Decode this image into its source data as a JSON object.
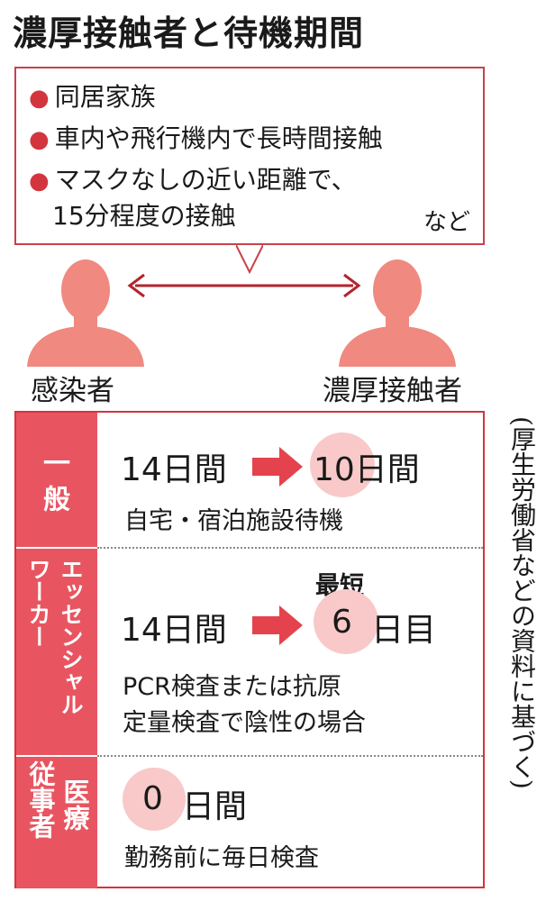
{
  "title": "濃厚接触者と待機期間",
  "bullets": [
    "同居家族",
    "車内や飛行機内で長時間接触",
    "マスクなしの近い距離で、",
    "15分程度の接触"
  ],
  "bullet_suffix": "など",
  "people": {
    "left_label": "感染者",
    "right_label": "濃厚接触者"
  },
  "rows": [
    {
      "header": "一般",
      "before": "14日間",
      "after": "10日間",
      "desc": [
        "自宅・宿泊施設待機"
      ]
    },
    {
      "header_lines": [
        "エッセンシャル",
        "ワーカー"
      ],
      "tag": "最短",
      "before": "14日間",
      "after_num": "6",
      "after_unit": "日目",
      "desc": [
        "PCR検査または抗原",
        "定量検査で陰性の場合"
      ]
    },
    {
      "header_lines": [
        "医療",
        "従事者"
      ],
      "after_num": "0",
      "after_unit": "日間",
      "desc": [
        "勤務前に毎日検査"
      ]
    }
  ],
  "source": "(厚生労働省などの資料に基づく)",
  "colors": {
    "accent": "#d3353e",
    "header_fill": "#e85560",
    "circle": "#f8c9c8",
    "person": "#f0897f"
  },
  "icons": {
    "person": "person-silhouette-icon",
    "arrow": "right-arrow-icon",
    "double_arrow": "double-arrow-icon"
  }
}
